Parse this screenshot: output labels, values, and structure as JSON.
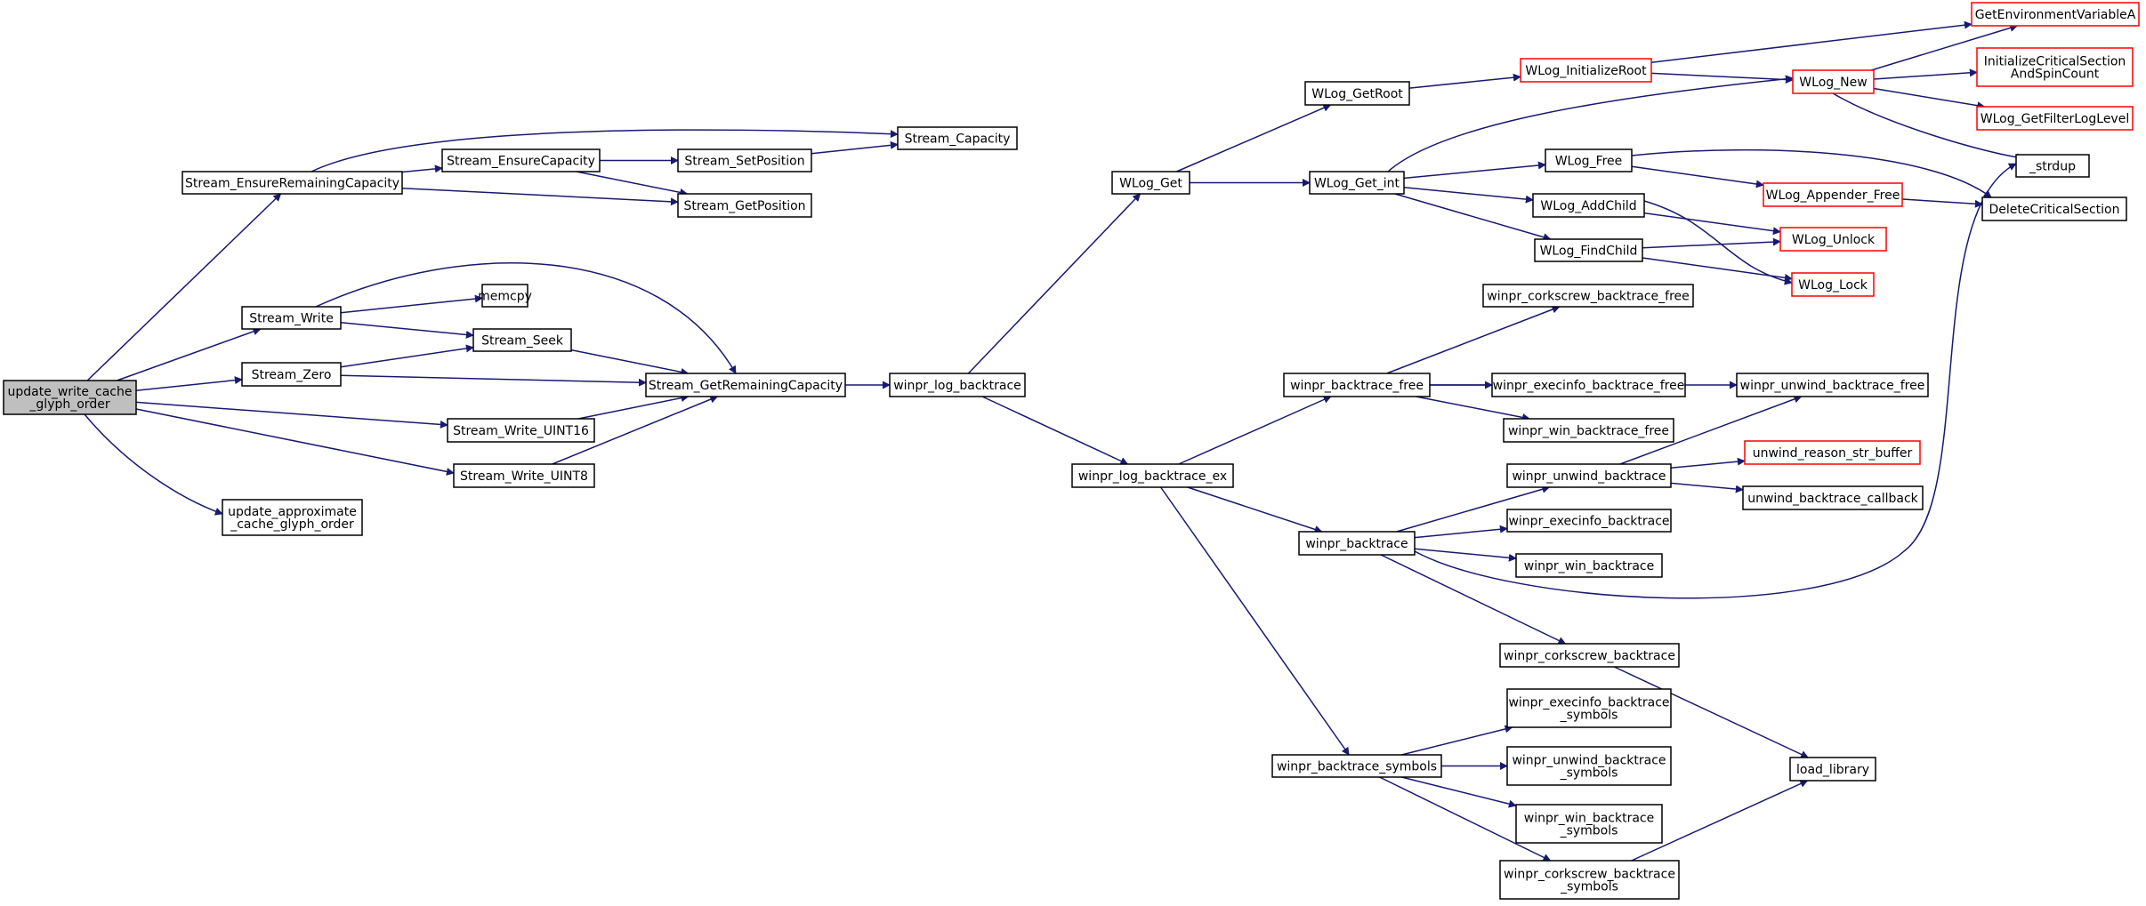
{
  "nodes": [
    {
      "id": "root",
      "lines": [
        "update_write_cache",
        "_glyph_order"
      ],
      "style": "root"
    },
    {
      "id": "ensureRemaining",
      "lines": [
        "Stream_EnsureRemainingCapacity"
      ],
      "style": "normal"
    },
    {
      "id": "ensureCapacity",
      "lines": [
        "Stream_EnsureCapacity"
      ],
      "style": "normal"
    },
    {
      "id": "setPosition",
      "lines": [
        "Stream_SetPosition"
      ],
      "style": "normal"
    },
    {
      "id": "capacity",
      "lines": [
        "Stream_Capacity"
      ],
      "style": "normal"
    },
    {
      "id": "getPosition",
      "lines": [
        "Stream_GetPosition"
      ],
      "style": "normal"
    },
    {
      "id": "write",
      "lines": [
        "Stream_Write"
      ],
      "style": "normal"
    },
    {
      "id": "memcpy",
      "lines": [
        "memcpy"
      ],
      "style": "normal"
    },
    {
      "id": "seek",
      "lines": [
        "Stream_Seek"
      ],
      "style": "normal"
    },
    {
      "id": "zero",
      "lines": [
        "Stream_Zero"
      ],
      "style": "normal"
    },
    {
      "id": "getRemaining",
      "lines": [
        "Stream_GetRemainingCapacity"
      ],
      "style": "normal"
    },
    {
      "id": "writeU16",
      "lines": [
        "Stream_Write_UINT16"
      ],
      "style": "normal"
    },
    {
      "id": "writeU8",
      "lines": [
        "Stream_Write_UINT8"
      ],
      "style": "normal"
    },
    {
      "id": "approx",
      "lines": [
        "update_approximate",
        "_cache_glyph_order"
      ],
      "style": "normal"
    },
    {
      "id": "logBt",
      "lines": [
        "winpr_log_backtrace"
      ],
      "style": "normal"
    },
    {
      "id": "logBtEx",
      "lines": [
        "winpr_log_backtrace_ex"
      ],
      "style": "normal"
    },
    {
      "id": "wlogGet",
      "lines": [
        "WLog_Get"
      ],
      "style": "normal"
    },
    {
      "id": "wlogGetRoot",
      "lines": [
        "WLog_GetRoot"
      ],
      "style": "normal"
    },
    {
      "id": "wlogGetInt",
      "lines": [
        "WLog_Get_int"
      ],
      "style": "normal"
    },
    {
      "id": "wlogInitRoot",
      "lines": [
        "WLog_InitializeRoot"
      ],
      "style": "red"
    },
    {
      "id": "wlogNew",
      "lines": [
        "WLog_New"
      ],
      "style": "red"
    },
    {
      "id": "getEnv",
      "lines": [
        "GetEnvironmentVariableA"
      ],
      "style": "red"
    },
    {
      "id": "initCS",
      "lines": [
        "InitializeCriticalSection",
        "AndSpinCount"
      ],
      "style": "red"
    },
    {
      "id": "getFilter",
      "lines": [
        "WLog_GetFilterLogLevel"
      ],
      "style": "red"
    },
    {
      "id": "strdup",
      "lines": [
        "_strdup"
      ],
      "style": "normal"
    },
    {
      "id": "deleteCS",
      "lines": [
        "DeleteCriticalSection"
      ],
      "style": "normal"
    },
    {
      "id": "wlogFree",
      "lines": [
        "WLog_Free"
      ],
      "style": "normal"
    },
    {
      "id": "appenderFree",
      "lines": [
        "WLog_Appender_Free"
      ],
      "style": "red"
    },
    {
      "id": "addChild",
      "lines": [
        "WLog_AddChild"
      ],
      "style": "normal"
    },
    {
      "id": "findChild",
      "lines": [
        "WLog_FindChild"
      ],
      "style": "normal"
    },
    {
      "id": "unlock",
      "lines": [
        "WLog_Unlock"
      ],
      "style": "red"
    },
    {
      "id": "lock",
      "lines": [
        "WLog_Lock"
      ],
      "style": "red"
    },
    {
      "id": "btFree",
      "lines": [
        "winpr_backtrace_free"
      ],
      "style": "normal"
    },
    {
      "id": "corkFree",
      "lines": [
        "winpr_corkscrew_backtrace_free"
      ],
      "style": "normal"
    },
    {
      "id": "execFree",
      "lines": [
        "winpr_execinfo_backtrace_free"
      ],
      "style": "normal"
    },
    {
      "id": "winFree",
      "lines": [
        "winpr_win_backtrace_free"
      ],
      "style": "normal"
    },
    {
      "id": "unwindFree",
      "lines": [
        "winpr_unwind_backtrace_free"
      ],
      "style": "normal"
    },
    {
      "id": "unwindBt",
      "lines": [
        "winpr_unwind_backtrace"
      ],
      "style": "normal"
    },
    {
      "id": "unwindReason",
      "lines": [
        "unwind_reason_str_buffer"
      ],
      "style": "red"
    },
    {
      "id": "unwindCb",
      "lines": [
        "unwind_backtrace_callback"
      ],
      "style": "normal"
    },
    {
      "id": "execBt",
      "lines": [
        "winpr_execinfo_backtrace"
      ],
      "style": "normal"
    },
    {
      "id": "bt",
      "lines": [
        "winpr_backtrace"
      ],
      "style": "normal"
    },
    {
      "id": "winBt",
      "lines": [
        "winpr_win_backtrace"
      ],
      "style": "normal"
    },
    {
      "id": "corkBt",
      "lines": [
        "winpr_corkscrew_backtrace"
      ],
      "style": "normal"
    },
    {
      "id": "execSym",
      "lines": [
        "winpr_execinfo_backtrace",
        "_symbols"
      ],
      "style": "normal"
    },
    {
      "id": "btSym",
      "lines": [
        "winpr_backtrace_symbols"
      ],
      "style": "normal"
    },
    {
      "id": "unwindSym",
      "lines": [
        "winpr_unwind_backtrace",
        "_symbols"
      ],
      "style": "normal"
    },
    {
      "id": "loadLib",
      "lines": [
        "load_library"
      ],
      "style": "normal"
    },
    {
      "id": "winSym",
      "lines": [
        "winpr_win_backtrace",
        "_symbols"
      ],
      "style": "normal"
    },
    {
      "id": "corkSym",
      "lines": [
        "winpr_corkscrew_backtrace",
        "_symbols"
      ],
      "style": "normal"
    }
  ],
  "edges": [
    {
      "from": "root",
      "to": "ensureRemaining"
    },
    {
      "from": "root",
      "to": "write"
    },
    {
      "from": "root",
      "to": "zero"
    },
    {
      "from": "root",
      "to": "writeU16"
    },
    {
      "from": "root",
      "to": "writeU8"
    },
    {
      "from": "root",
      "to": "approx"
    },
    {
      "from": "ensureRemaining",
      "to": "ensureCapacity"
    },
    {
      "from": "ensureRemaining",
      "to": "capacity"
    },
    {
      "from": "ensureRemaining",
      "to": "getPosition"
    },
    {
      "from": "ensureCapacity",
      "to": "setPosition"
    },
    {
      "from": "ensureCapacity",
      "to": "getPosition"
    },
    {
      "from": "setPosition",
      "to": "capacity"
    },
    {
      "from": "write",
      "to": "memcpy"
    },
    {
      "from": "write",
      "to": "seek"
    },
    {
      "from": "write",
      "to": "getRemaining"
    },
    {
      "from": "zero",
      "to": "seek"
    },
    {
      "from": "zero",
      "to": "getRemaining"
    },
    {
      "from": "seek",
      "to": "getRemaining"
    },
    {
      "from": "writeU16",
      "to": "getRemaining"
    },
    {
      "from": "writeU8",
      "to": "getRemaining"
    },
    {
      "from": "getRemaining",
      "to": "logBt"
    },
    {
      "from": "logBt",
      "to": "wlogGet"
    },
    {
      "from": "logBt",
      "to": "logBtEx"
    },
    {
      "from": "wlogGet",
      "to": "wlogGetRoot"
    },
    {
      "from": "wlogGet",
      "to": "wlogGetInt"
    },
    {
      "from": "wlogGetRoot",
      "to": "wlogInitRoot"
    },
    {
      "from": "wlogInitRoot",
      "to": "getEnv"
    },
    {
      "from": "wlogInitRoot",
      "to": "wlogNew"
    },
    {
      "from": "wlogNew",
      "to": "getEnv"
    },
    {
      "from": "wlogNew",
      "to": "initCS"
    },
    {
      "from": "wlogNew",
      "to": "getFilter"
    },
    {
      "from": "wlogNew",
      "to": "strdup"
    },
    {
      "from": "wlogGetInt",
      "to": "wlogNew"
    },
    {
      "from": "wlogGetInt",
      "to": "wlogFree"
    },
    {
      "from": "wlogGetInt",
      "to": "addChild"
    },
    {
      "from": "wlogGetInt",
      "to": "findChild"
    },
    {
      "from": "wlogFree",
      "to": "appenderFree"
    },
    {
      "from": "wlogFree",
      "to": "deleteCS"
    },
    {
      "from": "appenderFree",
      "to": "deleteCS"
    },
    {
      "from": "addChild",
      "to": "unlock"
    },
    {
      "from": "addChild",
      "to": "lock"
    },
    {
      "from": "findChild",
      "to": "unlock"
    },
    {
      "from": "findChild",
      "to": "lock"
    },
    {
      "from": "logBtEx",
      "to": "btFree"
    },
    {
      "from": "logBtEx",
      "to": "bt"
    },
    {
      "from": "logBtEx",
      "to": "btSym"
    },
    {
      "from": "btFree",
      "to": "corkFree"
    },
    {
      "from": "btFree",
      "to": "execFree"
    },
    {
      "from": "btFree",
      "to": "winFree"
    },
    {
      "from": "btFree",
      "to": "unwindFree"
    },
    {
      "from": "bt",
      "to": "unwindBt"
    },
    {
      "from": "bt",
      "to": "execBt"
    },
    {
      "from": "bt",
      "to": "winBt"
    },
    {
      "from": "bt",
      "to": "corkBt"
    },
    {
      "from": "bt",
      "to": "strdup"
    },
    {
      "from": "unwindBt",
      "to": "unwindFree"
    },
    {
      "from": "unwindBt",
      "to": "unwindReason"
    },
    {
      "from": "unwindBt",
      "to": "unwindCb"
    },
    {
      "from": "corkBt",
      "to": "loadLib"
    },
    {
      "from": "btSym",
      "to": "execSym"
    },
    {
      "from": "btSym",
      "to": "unwindSym"
    },
    {
      "from": "btSym",
      "to": "winSym"
    },
    {
      "from": "btSym",
      "to": "corkSym"
    },
    {
      "from": "corkSym",
      "to": "loadLib"
    }
  ]
}
